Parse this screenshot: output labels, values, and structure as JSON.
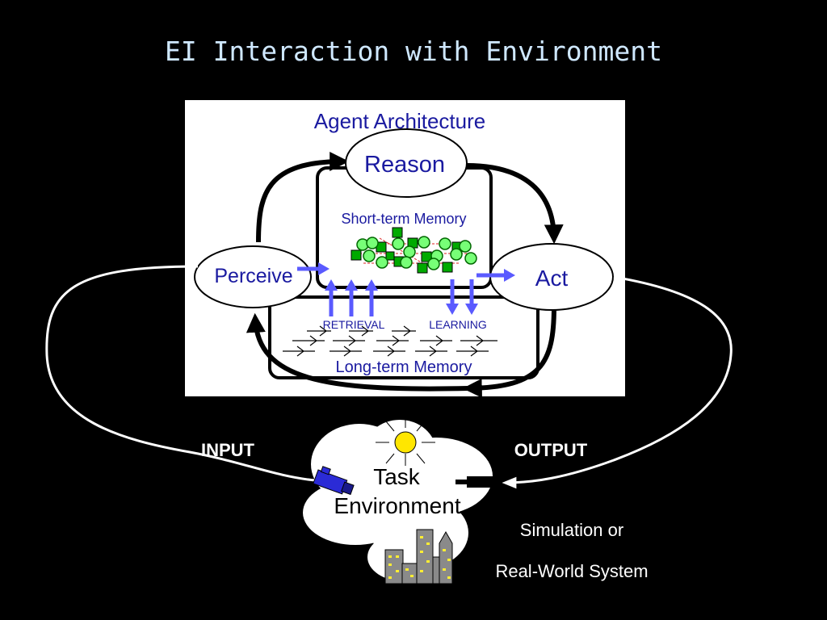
{
  "slide": {
    "title": "EI Interaction with Environment"
  },
  "agent": {
    "heading": "Agent Architecture",
    "reason": "Reason",
    "perceive": "Perceive",
    "act": "Act",
    "short_term_memory": "Short-term Memory",
    "long_term_memory": "Long-term Memory",
    "retrieval": "RETRIEVAL",
    "learning": "LEARNING"
  },
  "environment": {
    "input": "INPUT",
    "output": "OUTPUT",
    "task_line1": "Task",
    "task_line2": "Environment",
    "caption_line1": "Simulation or",
    "caption_line2": "Real-World System"
  },
  "icons": [
    "camera-icon",
    "pointing-hand-icon",
    "sun-icon",
    "city-skyline-icon"
  ],
  "colors": {
    "background": "#000000",
    "title": "#cfe8ff",
    "diagram_text": "#1a1aa0",
    "arrow_blue": "#5a5aff"
  }
}
